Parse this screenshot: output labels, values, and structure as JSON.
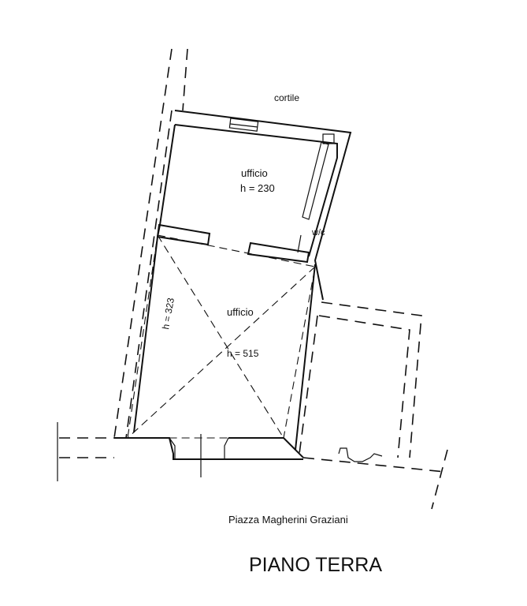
{
  "labels": {
    "courtyard": "cortile",
    "office_upper": "ufficio",
    "office_upper_height": "h = 230",
    "wc": "w/c",
    "office_lower": "ufficio",
    "office_lower_height": "h = 515",
    "side_height": "h = 323",
    "street": "Piazza Magherini Graziani",
    "floor_title": "PIANO TERRA"
  }
}
